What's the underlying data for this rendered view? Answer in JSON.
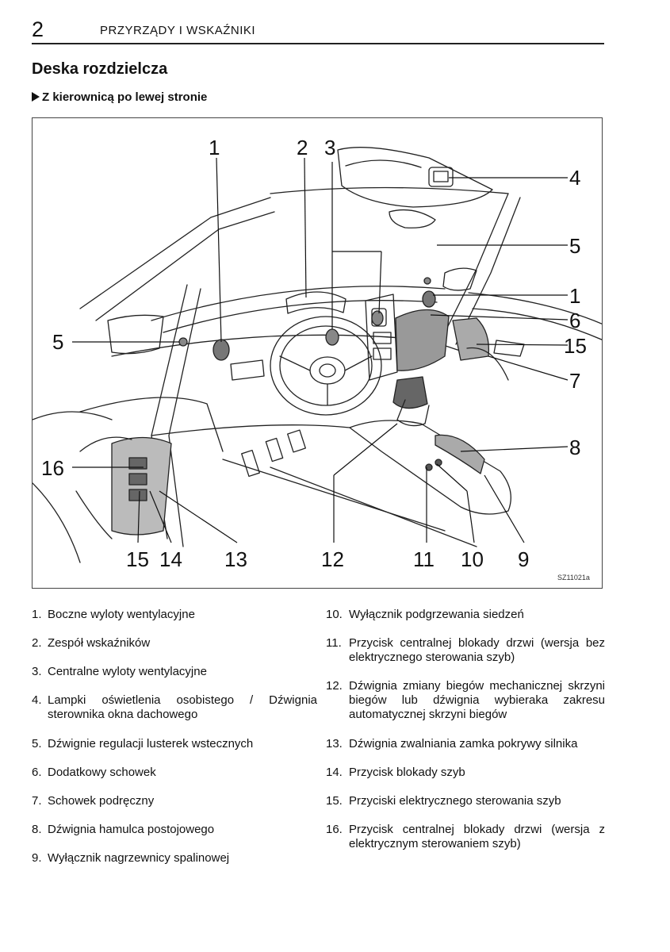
{
  "header": {
    "page_number": "2",
    "running_title": "PRZYRZĄDY I WSKAŹNIKI"
  },
  "section_title": "Deska rozdzielcza",
  "subsection_title": "Z kierownicą po lewej stronie",
  "figure": {
    "code": "SZ11021a",
    "callouts": [
      "1",
      "2",
      "3",
      "4",
      "5",
      "5",
      "1",
      "6",
      "15",
      "7",
      "8",
      "16",
      "15",
      "14",
      "13",
      "12",
      "11",
      "10",
      "9"
    ]
  },
  "legend": {
    "left": [
      {
        "num": "1.",
        "text": "Boczne wyloty wentylacyjne"
      },
      {
        "num": "2.",
        "text": "Zespół wskaźników"
      },
      {
        "num": "3.",
        "text": "Centralne wyloty wentylacyjne"
      },
      {
        "num": "4.",
        "text": "Lampki oświetlenia osobistego / Dźwignia sterownika okna dachowego"
      },
      {
        "num": "5.",
        "text": "Dźwignie regulacji lusterek wstecznych"
      },
      {
        "num": "6.",
        "text": "Dodatkowy schowek"
      },
      {
        "num": "7.",
        "text": "Schowek podręczny"
      },
      {
        "num": "8.",
        "text": "Dźwignia hamulca postojowego"
      },
      {
        "num": "9.",
        "text": "Wyłącznik nagrzewnicy spalinowej"
      }
    ],
    "right": [
      {
        "num": "10.",
        "text": "Wyłącznik podgrzewania siedzeń"
      },
      {
        "num": "11.",
        "text": "Przycisk centralnej blokady drzwi (wersja bez elektrycznego sterowania szyb)"
      },
      {
        "num": "12.",
        "text": "Dźwignia zmiany biegów mechanicznej skrzyni biegów lub dźwignia wybieraka zakresu automatycznej skrzyni biegów"
      },
      {
        "num": "13.",
        "text": "Dźwignia zwalniania zamka pokrywy silnika"
      },
      {
        "num": "14.",
        "text": "Przycisk blokady szyb"
      },
      {
        "num": "15.",
        "text": "Przyciski elektrycznego sterowania szyb"
      },
      {
        "num": "16.",
        "text": "Przycisk centralnej blokady drzwi (wersja z elektrycznym sterowaniem szyb)"
      }
    ]
  }
}
